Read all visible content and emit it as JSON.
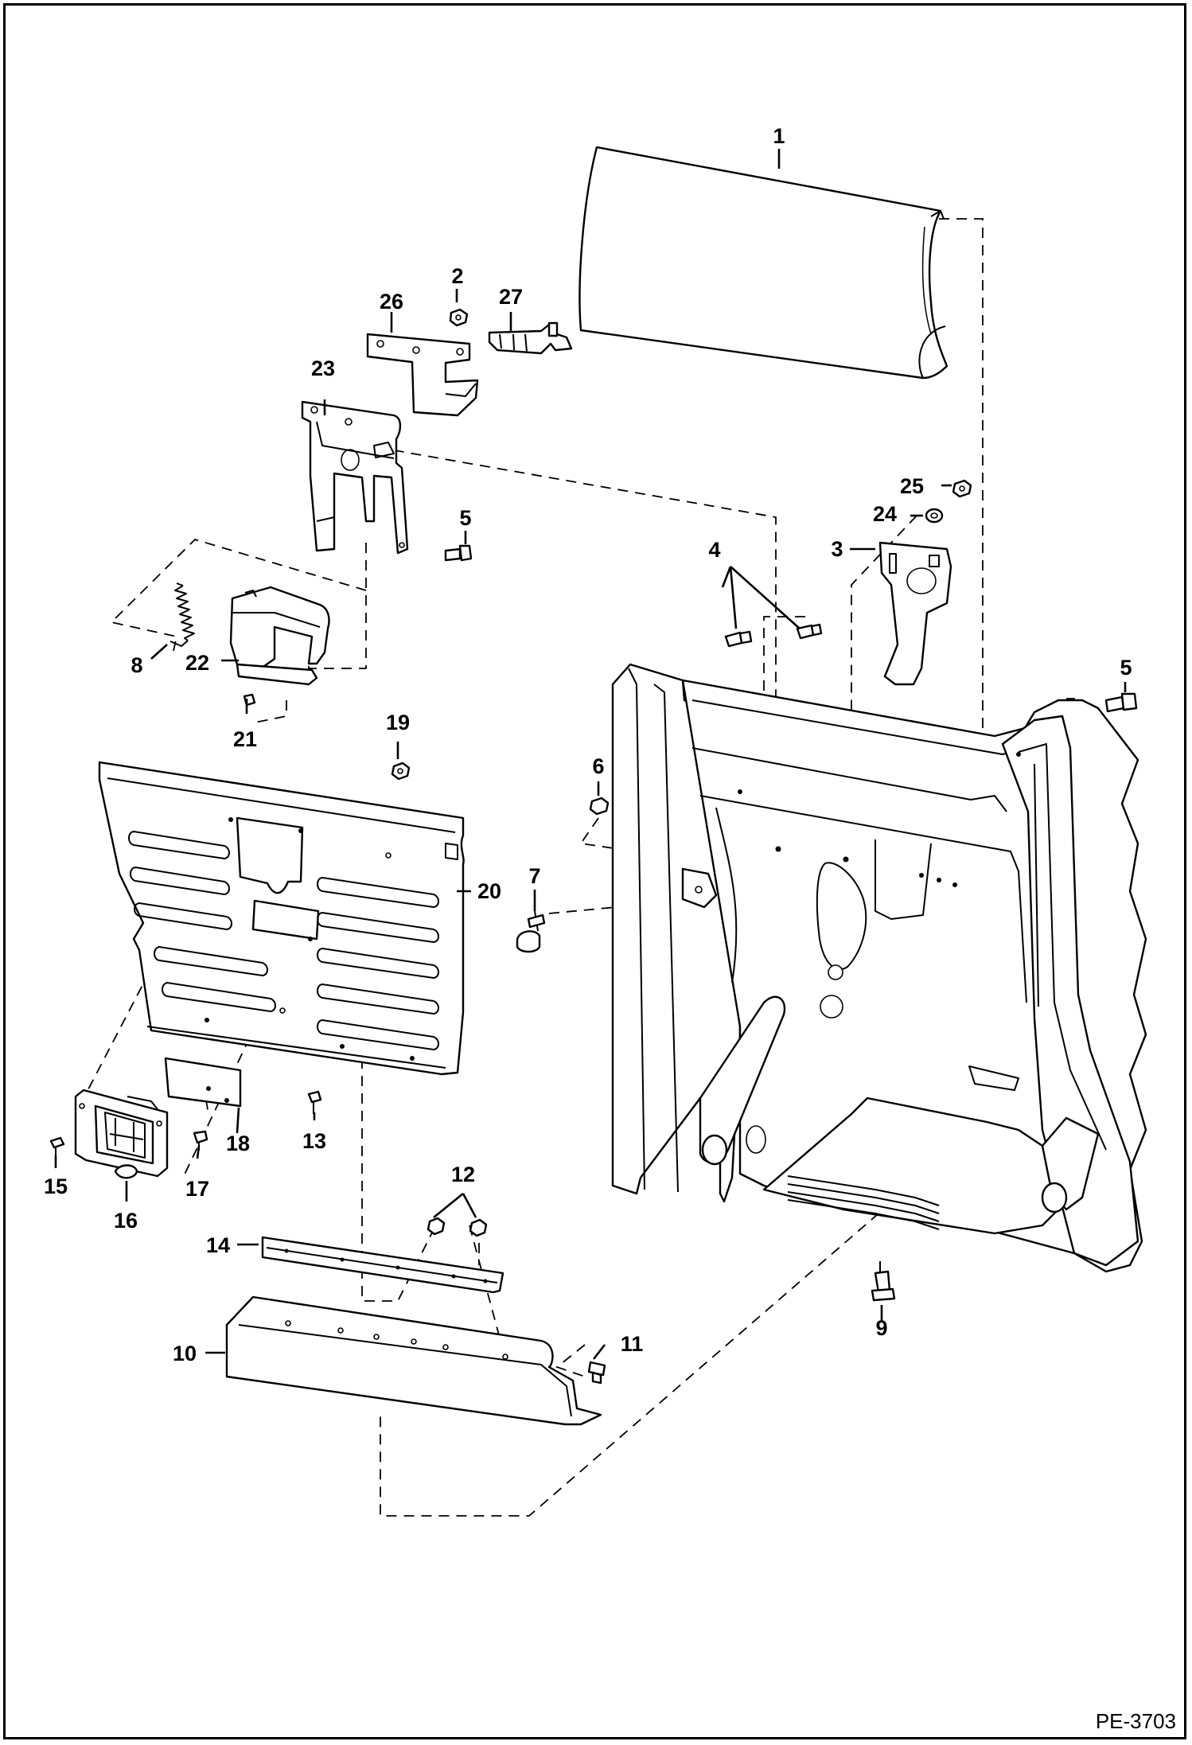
{
  "figure": {
    "reference": "PE-3703"
  },
  "callouts": [
    {
      "id": "1",
      "label": "1"
    },
    {
      "id": "2",
      "label": "2"
    },
    {
      "id": "3",
      "label": "3"
    },
    {
      "id": "4",
      "label": "4"
    },
    {
      "id": "5a",
      "label": "5"
    },
    {
      "id": "5b",
      "label": "5"
    },
    {
      "id": "6",
      "label": "6"
    },
    {
      "id": "7",
      "label": "7"
    },
    {
      "id": "8",
      "label": "8"
    },
    {
      "id": "9",
      "label": "9"
    },
    {
      "id": "10",
      "label": "10"
    },
    {
      "id": "11",
      "label": "11"
    },
    {
      "id": "12",
      "label": "12"
    },
    {
      "id": "13",
      "label": "13"
    },
    {
      "id": "14",
      "label": "14"
    },
    {
      "id": "15",
      "label": "15"
    },
    {
      "id": "16",
      "label": "16"
    },
    {
      "id": "17",
      "label": "17"
    },
    {
      "id": "18",
      "label": "18"
    },
    {
      "id": "19",
      "label": "19"
    },
    {
      "id": "20",
      "label": "20"
    },
    {
      "id": "21",
      "label": "21"
    },
    {
      "id": "22",
      "label": "22"
    },
    {
      "id": "23",
      "label": "23"
    },
    {
      "id": "24",
      "label": "24"
    },
    {
      "id": "25",
      "label": "25"
    },
    {
      "id": "26",
      "label": "26"
    },
    {
      "id": "27",
      "label": "27"
    }
  ]
}
